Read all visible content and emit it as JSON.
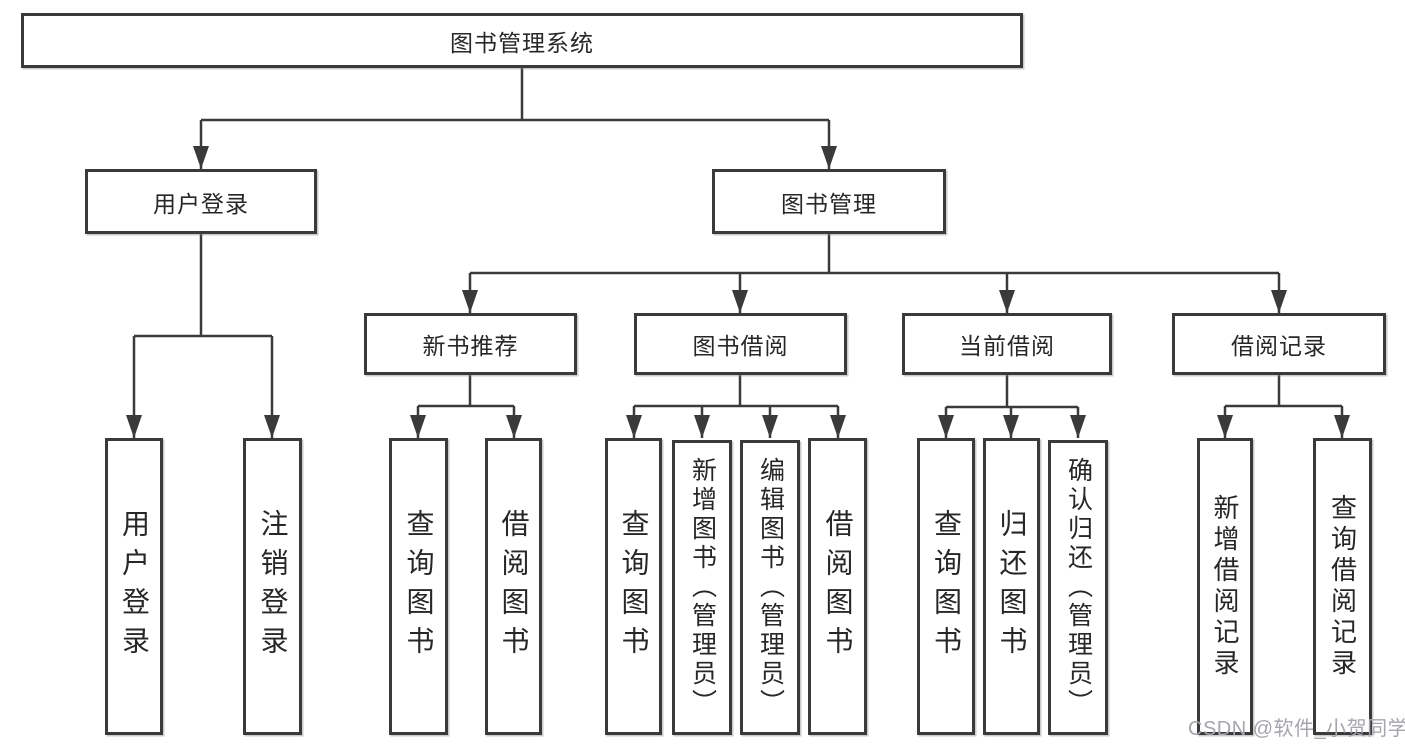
{
  "diagram": {
    "root": {
      "label": "图书管理系统"
    },
    "user_login": {
      "label": "用户登录",
      "children": {
        "login": {
          "label": "用户登录"
        },
        "logout": {
          "label": "注销登录"
        }
      }
    },
    "book_mgmt": {
      "label": "图书管理",
      "children": {
        "new_book_rec": {
          "label": "新书推荐",
          "children": {
            "query_books": {
              "label": "查询图书"
            },
            "borrow_books": {
              "label": "借阅图书"
            }
          }
        },
        "book_borrow": {
          "label": "图书借阅",
          "children": {
            "query_books": {
              "label": "查询图书"
            },
            "add_books": {
              "label": "新增图书（管理员）"
            },
            "edit_books": {
              "label": "编辑图书（管理员）"
            },
            "borrow_books": {
              "label": "借阅图书"
            }
          }
        },
        "current_borrow": {
          "label": "当前借阅",
          "children": {
            "query_books": {
              "label": "查询图书"
            },
            "return_books": {
              "label": "归还图书"
            },
            "confirm_return": {
              "label": "确认归还（管理员）"
            }
          }
        },
        "borrow_records": {
          "label": "借阅记录",
          "children": {
            "add_record": {
              "label": "新增借阅记录"
            },
            "query_record": {
              "label": "查询借阅记录"
            }
          }
        }
      }
    }
  },
  "colors": {
    "line": "#3a3a3a",
    "box_border": "#3a3a3a",
    "text": "#272727",
    "watermark": "#a5a5ad",
    "background": "#ffffff"
  },
  "watermark": {
    "text": "CSDN @软件_小贺同学"
  }
}
